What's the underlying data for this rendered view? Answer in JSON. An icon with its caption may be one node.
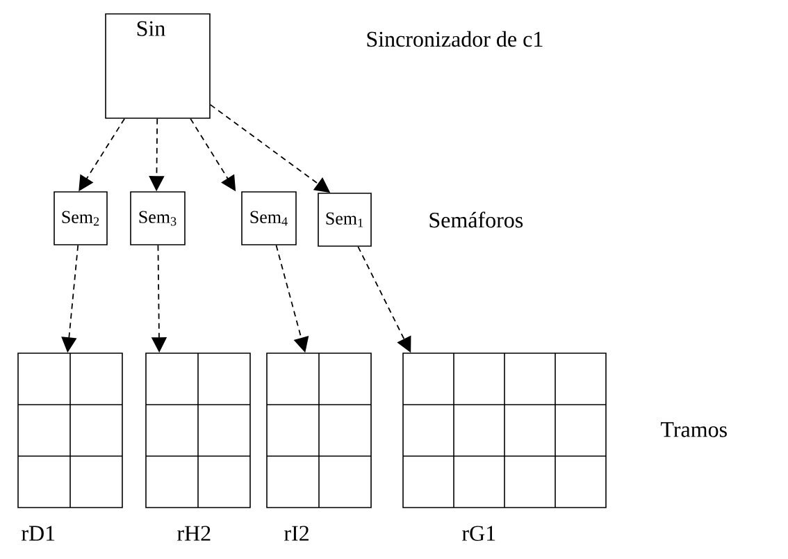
{
  "diagram": {
    "nodes": [
      {
        "text": [
          "Sin"
        ]
      },
      {
        "text": [
          "Sem$_{2}$"
        ]
      },
      {
        "text": [
          "Sem$_{3}$"
        ]
      },
      {
        "text": [
          "Sem$_{4}$"
        ]
      },
      {
        "text": [
          "Sem$_{1}$"
        ]
      },
      {
        "text": [],
        "shape": "grid",
        "beside": [
          "rD1"
        ]
      },
      {
        "text": [],
        "shape": "grid",
        "beside": [
          "rH2"
        ]
      },
      {
        "text": [],
        "shape": "grid",
        "beside": [
          "rI2"
        ]
      },
      {
        "text": [],
        "shape": "grid",
        "beside": [
          "rG1"
        ]
      }
    ],
    "edges": [
      {
        "from": 0,
        "to": 1,
        "arrow": "to",
        "style": "dashed"
      },
      {
        "from": 0,
        "to": 2,
        "arrow": "to",
        "style": "dashed"
      },
      {
        "from": 0,
        "to": 3,
        "arrow": "to",
        "style": "dashed"
      },
      {
        "from": 0,
        "to": 4,
        "arrow": "to",
        "style": "dashed"
      },
      {
        "from": 1,
        "to": 5,
        "arrow": "to",
        "style": "dashed"
      },
      {
        "from": 2,
        "to": 6,
        "arrow": "to",
        "style": "dashed"
      },
      {
        "from": 3,
        "to": 7,
        "arrow": "to",
        "style": "dashed"
      },
      {
        "from": 4,
        "to": 8,
        "arrow": "to",
        "style": "dashed"
      }
    ],
    "labels": [
      "Sincronizador de c1",
      "Semáforos",
      "Tramos"
    ]
  }
}
